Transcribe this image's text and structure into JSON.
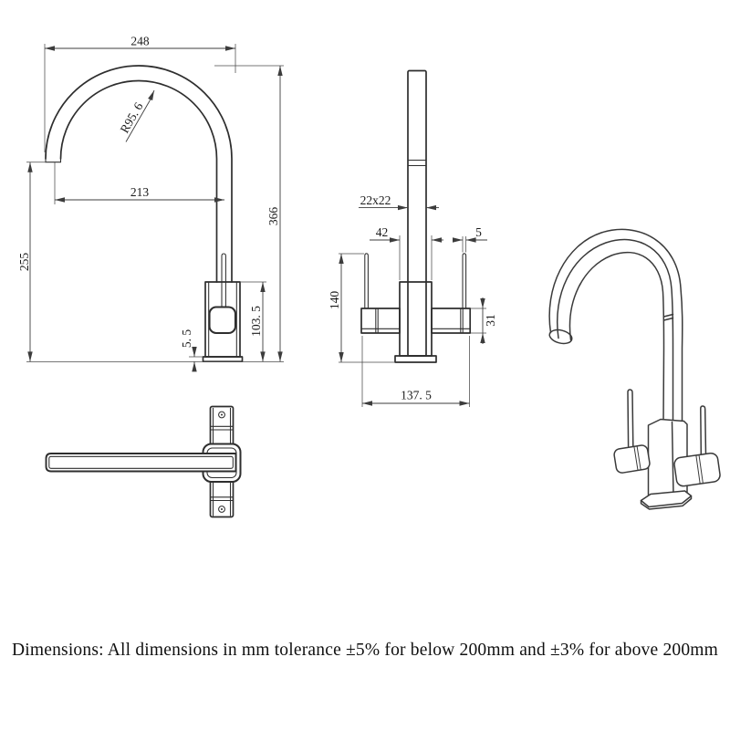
{
  "page": {
    "background": "#ffffff",
    "line_color": "#2e2e2e",
    "dim_color": "#3c3c3c",
    "caption": "Dimensions: All dimensions in mm tolerance ±5% for below 200mm and ±3% for above 200mm"
  },
  "views": {
    "side": {
      "label": "side-elevation",
      "dims": {
        "spout_width": "248",
        "bend_radius": "R95. 6",
        "spout_reach": "213",
        "overall_height": "366",
        "outlet_height": "255",
        "base_thickness": "5. 5",
        "body_height": "103. 5"
      }
    },
    "front": {
      "label": "front-elevation",
      "dims": {
        "column_section": "22x22",
        "body_width": "42",
        "rod_width": "5",
        "handle_height": "140",
        "handle_block": "31",
        "overall_width": "137. 5"
      }
    },
    "top": {
      "label": "plan-view"
    },
    "iso": {
      "label": "isometric-view"
    }
  }
}
